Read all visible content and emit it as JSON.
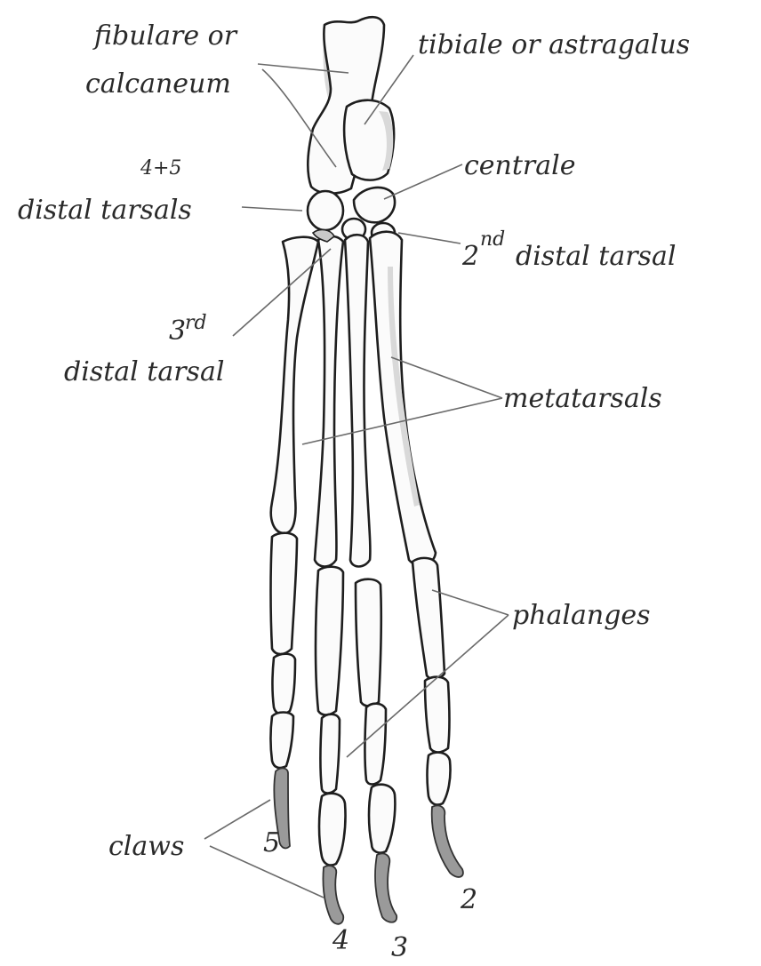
{
  "labels": {
    "fibulare_1": "fibulare or",
    "fibulare_2": "calcaneum",
    "tibiale": "tibiale or astragalus",
    "distal45_num": "4+5",
    "distal45": "distal tarsals",
    "centrale": "centrale",
    "second_sup": "nd",
    "second_pre": "2",
    "second_rest": "distal tarsal",
    "third_pre": "3",
    "third_sup": "rd",
    "third_rest": "distal tarsal",
    "metatarsals": "metatarsals",
    "phalanges": "phalanges",
    "claws": "claws",
    "digit5": "5",
    "digit4": "4",
    "digit3": "3",
    "digit2": "2"
  }
}
